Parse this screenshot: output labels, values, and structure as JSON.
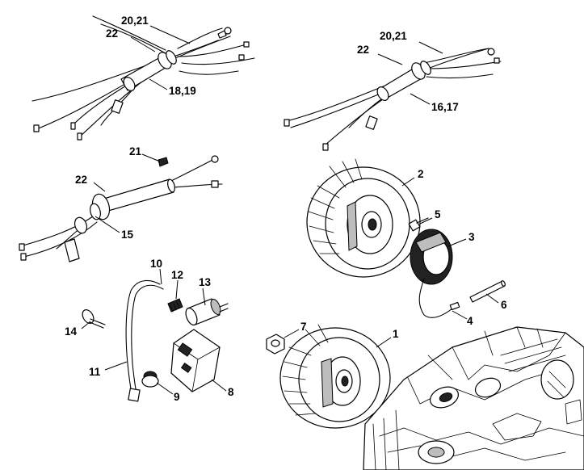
{
  "callouts": {
    "a_20_21": "20,21",
    "a_22": "22",
    "a_18_19": "18,19",
    "b_20_21": "20,21",
    "b_22": "22",
    "b_16_17": "16,17",
    "c_21": "21",
    "c_22": "22",
    "c_15": "15",
    "p2": "2",
    "p5": "5",
    "p3": "3",
    "p6": "6",
    "p4": "4",
    "p10": "10",
    "p12": "12",
    "p13": "13",
    "p14": "14",
    "p11": "11",
    "p9": "9",
    "p8": "8",
    "p7": "7",
    "p1": "1"
  }
}
